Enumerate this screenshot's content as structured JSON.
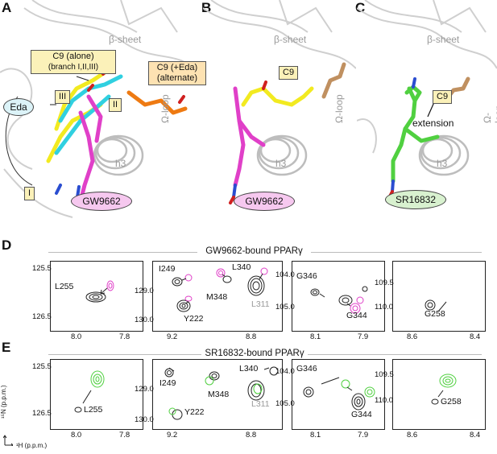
{
  "panels": {
    "A": "A",
    "B": "B",
    "C": "C",
    "D": "D",
    "E": "E"
  },
  "structure": {
    "beta_sheet": "β-sheet",
    "omega_loop": "Ω-loop",
    "h3": "h3",
    "c9_alone_line1": "C9 (alone)",
    "c9_alone_line2": "(branch I,II,III)",
    "c9_eda_line1": "C9 (+Eda)",
    "c9_eda_line2": "(alternate)",
    "eda": "Eda",
    "branch_I": "I",
    "branch_II": "II",
    "branch_III": "III",
    "c9": "C9",
    "gw9662": "GW9662",
    "sr16832": "SR16832",
    "extension": "extension"
  },
  "colors": {
    "magenta": "#e040c8",
    "cyan": "#30d0e0",
    "yellow": "#f2ea20",
    "orange": "#ee7a12",
    "tan": "#c09060",
    "green": "#50d040",
    "black": "#111111"
  },
  "nmr": {
    "row_D_title": "GW9662-bound PPARγ",
    "row_E_title": "SR16832-bound PPARγ",
    "y_axis_label": "¹⁵N (p.p.m.)",
    "x_axis_label": "¹H (p.p.m.)",
    "spectra": [
      {
        "x_ticks": [
          "8.0",
          "7.8"
        ],
        "y_ticks": [
          "125.5",
          "126.5"
        ]
      },
      {
        "x_ticks": [
          "9.2",
          "8.8"
        ],
        "y_ticks": [
          "129.0",
          "130.0"
        ]
      },
      {
        "x_ticks": [
          "8.1",
          "7.9"
        ],
        "y_ticks": [
          "104.0",
          "105.0"
        ]
      },
      {
        "x_ticks": [
          "8.6",
          "8.4"
        ],
        "y_ticks": [
          "109.5",
          "110.0"
        ]
      }
    ],
    "residues": {
      "L255": "L255",
      "I249": "I249",
      "L340": "L340",
      "M348": "M348",
      "L311": "L311",
      "Y222": "Y222",
      "G346": "G346",
      "G344": "G344",
      "G258": "G258"
    }
  }
}
